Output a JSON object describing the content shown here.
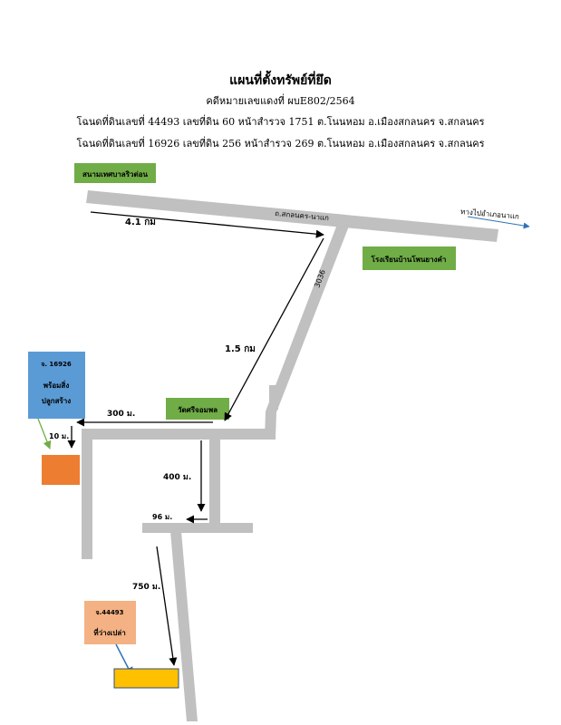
{
  "header": {
    "title": "แผนที่ตั้งทรัพย์ที่ยึด",
    "case_line": "คดีหมายเลขแดงที่ ผบE802/2564",
    "deed_line_1": "โฉนดที่ดินเลขที่ 44493 เลขที่ดิน 60 หน้าสำรวจ 1751 ต.โนนหอม อ.เมืองสกลนคร จ.สกลนคร",
    "deed_line_2": "โฉนดที่ดินเลขที่ 16926 เลขที่ดิน 256 หน้าสำรวจ 269 ต.โนนหอม อ.เมืองสกลนคร จ.สกลนคร"
  },
  "places": {
    "stadium": "สนามเทศบาลริวต่อน",
    "school": "โรงเรียนบ้านโพนยางคำ",
    "temple": "วัดศรีจอมพล"
  },
  "roads": {
    "main_road": "ถ.สกลนคร-นาแก",
    "route_number": "3036",
    "to_naka": "ทางไปอำเภอนาแก"
  },
  "distances": {
    "d1": "4.1 กม",
    "d2": "1.5 กม",
    "d3": "300 ม.",
    "d4": "10 ม.",
    "d5": "400 ม.",
    "d6": "96 ม.",
    "d7": "750 ม."
  },
  "plots": {
    "plot_16926": {
      "number": "จ. 16926",
      "line1": "พร้อมสิ่ง",
      "line2": "ปลูกสร้าง"
    },
    "plot_44493": {
      "number": "จ.44493",
      "line1": "ที่ว่างเปล่า"
    }
  },
  "colors": {
    "road": "#c0c0c0",
    "green_label": "#70ad47",
    "blue_box": "#5b9bd5",
    "orange_box": "#ed7d31",
    "salmon_box": "#f4b183",
    "yellow_box": "#ffc000",
    "arrow_blue": "#2e75b6"
  }
}
